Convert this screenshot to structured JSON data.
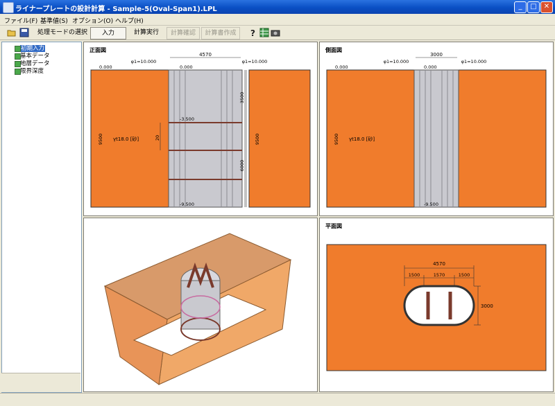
{
  "window": {
    "title": "ライナープレートの設計計算 - Sample-5(Oval-Span1).LPL"
  },
  "menu": [
    "ファイル(F)",
    "基準値(S)",
    "オプション(O)",
    "ヘルプ(H)"
  ],
  "toolbar": {
    "mode_label": "処理モードの選択",
    "mode_value": "入力",
    "calc_run": "計算実行",
    "calc_check": "計算確認",
    "calc_report": "計算書作成"
  },
  "tree": [
    {
      "label": "初期入力",
      "selected": true
    },
    {
      "label": "基本データ",
      "selected": false
    },
    {
      "label": "地層データ",
      "selected": false
    },
    {
      "label": "限界深度",
      "selected": false
    }
  ],
  "front": {
    "title": "正面図",
    "width": "4570",
    "gl_left": "0.000",
    "gl_center": "0.000",
    "gl_right": "φ1=10.000",
    "gl_right2": "φ1=10.000",
    "depth_mid": "-3.500",
    "depth_bottom": "-9.500",
    "dim_left": "9500",
    "dim_top": "3500",
    "dim_bottom": "6000",
    "dim_right": "9500",
    "gap": "20",
    "soil": "γt18.0 [砂]"
  },
  "side": {
    "title": "側面図",
    "width": "3000",
    "gl_left": "0.000",
    "gl_center": "0.000",
    "gl_right": "φ1=10.000",
    "gl_left2": "φ1=10.000",
    "depth_bottom": "-9.500",
    "dim_left": "9500",
    "soil": "γt18.0 [砂]"
  },
  "plan": {
    "title": "平面図",
    "total": "4570",
    "seg1": "1500",
    "seg2": "1570",
    "seg3": "1500",
    "height": "3000"
  },
  "colors": {
    "soil": "#f07c2c",
    "shaft": "#c9c9cf",
    "rib": "#7a3a2c",
    "titlebar": "#0a4fc4"
  }
}
